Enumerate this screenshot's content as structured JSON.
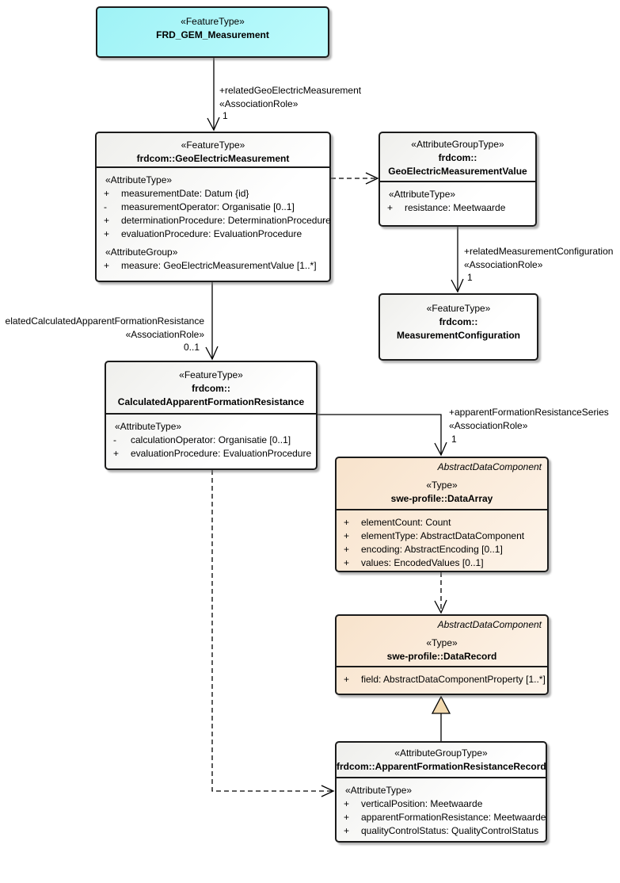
{
  "diagram": {
    "colors": {
      "feature_type_fill": "#9ff2f6",
      "abstract_type_fill": "#f8e3cc",
      "default_fill": "#ffffff",
      "line": "#1b1b1b",
      "generalization_arrow_fill": "#f2d9ae"
    },
    "nodes": {
      "frd_gem": {
        "stereotype": "«FeatureType»",
        "name": "FRD_GEM_Measurement"
      },
      "gem": {
        "stereotype": "«FeatureType»",
        "name": "frdcom::GeoElectricMeasurement",
        "attr_type_header": "«AttributeType»",
        "attrs": [
          {
            "vis": "+",
            "text": "measurementDate: Datum {id}"
          },
          {
            "vis": "-",
            "text": "measurementOperator: Organisatie [0..1]"
          },
          {
            "vis": "+",
            "text": "determinationProcedure: DeterminationProcedure"
          },
          {
            "vis": "+",
            "text": "evaluationProcedure: EvaluationProcedure"
          }
        ],
        "attr_group_header": "«AttributeGroup»",
        "group_attrs": [
          {
            "vis": "+",
            "text": "measure: GeoElectricMeasurementValue [1..*]"
          }
        ]
      },
      "gem_value": {
        "stereotype": "«AttributeGroupType»",
        "name_line1": "frdcom::",
        "name_line2": "GeoElectricMeasurementValue",
        "attr_type_header": "«AttributeType»",
        "attrs": [
          {
            "vis": "+",
            "text": "resistance: Meetwaarde"
          }
        ]
      },
      "measurement_configuration": {
        "stereotype": "«FeatureType»",
        "name_line1": "frdcom::",
        "name_line2": "MeasurementConfiguration"
      },
      "calculated": {
        "stereotype": "«FeatureType»",
        "name_line1": "frdcom::",
        "name_line2": "CalculatedApparentFormationResistance",
        "attr_type_header": "«AttributeType»",
        "attrs": [
          {
            "vis": "-",
            "text": "calculationOperator: Organisatie [0..1]"
          },
          {
            "vis": "+",
            "text": "evaluationProcedure: EvaluationProcedure"
          }
        ]
      },
      "data_array": {
        "parent": "AbstractDataComponent",
        "stereotype": "«Type»",
        "name": "swe-profile::DataArray",
        "attrs": [
          {
            "vis": "+",
            "text": "elementCount: Count"
          },
          {
            "vis": "+",
            "text": "elementType: AbstractDataComponent"
          },
          {
            "vis": "+",
            "text": "encoding: AbstractEncoding [0..1]"
          },
          {
            "vis": "+",
            "text": "values: EncodedValues [0..1]"
          }
        ]
      },
      "data_record": {
        "parent": "AbstractDataComponent",
        "stereotype": "«Type»",
        "name": "swe-profile::DataRecord",
        "attrs": [
          {
            "vis": "+",
            "text": "field: AbstractDataComponentProperty [1..*]"
          }
        ]
      },
      "afr_record": {
        "stereotype": "«AttributeGroupType»",
        "name": "frdcom::ApparentFormationResistanceRecord",
        "attr_type_header": "«AttributeType»",
        "attrs": [
          {
            "vis": "+",
            "text": "verticalPosition: Meetwaarde"
          },
          {
            "vis": "+",
            "text": "apparentFormationResistance: Meetwaarde"
          },
          {
            "vis": "+",
            "text": "qualityControlStatus: QualityControlStatus"
          }
        ]
      }
    },
    "connectors": {
      "related_gem": {
        "role": "+relatedGeoElectricMeasurement",
        "stereotype": "«AssociationRole»",
        "multiplicity": "1"
      },
      "related_measurement_configuration": {
        "role": "+relatedMeasurementConfiguration",
        "stereotype": "«AssociationRole»",
        "multiplicity": "1"
      },
      "related_calculated": {
        "role": "elatedCalculatedApparentFormationResistance",
        "stereotype": "«AssociationRole»",
        "multiplicity": "0..1"
      },
      "afr_series": {
        "role": "+apparentFormationResistanceSeries",
        "stereotype": "«AssociationRole»",
        "multiplicity": "1"
      }
    }
  }
}
